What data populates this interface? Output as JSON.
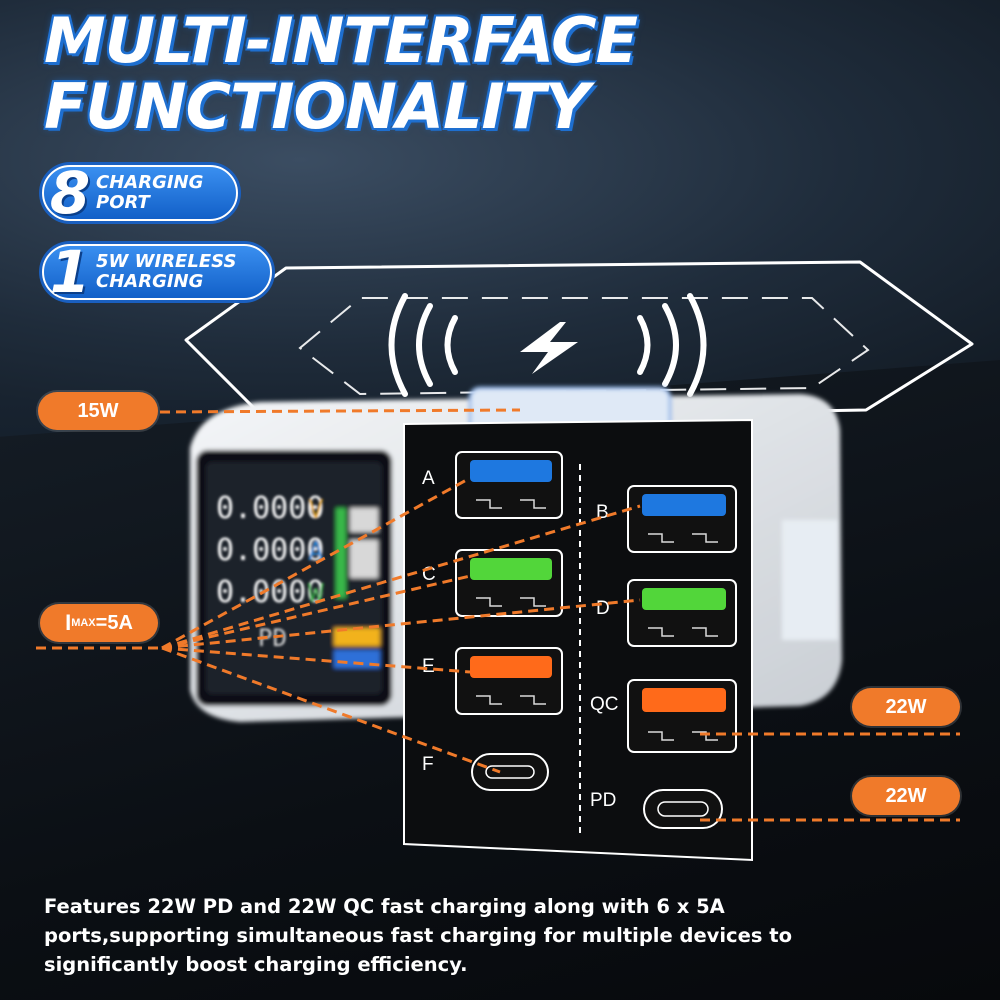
{
  "title": {
    "line1": "MULTI-INTERFACE",
    "line2": "FUNCTIONALITY"
  },
  "badges": [
    {
      "number": "8",
      "line1": "CHARGING",
      "line2": "PORT"
    },
    {
      "number": "1",
      "line1": "5W WIRELESS",
      "line2": "CHARGING"
    }
  ],
  "callouts": {
    "wireless": "15W",
    "imax_prefix": "I",
    "imax_sub": "MAX",
    "imax_suffix": "=5A",
    "qc": "22W",
    "pd": "22W"
  },
  "ports": {
    "left": [
      "A",
      "C",
      "E",
      "F"
    ],
    "right": [
      "B",
      "D",
      "QC",
      "PD"
    ]
  },
  "display": {
    "readings": [
      "0.0000",
      "0.0000",
      "0.0000"
    ],
    "units": [
      "V",
      "A",
      "W"
    ],
    "mode": "PD"
  },
  "colors": {
    "accent_orange": "#f07a2a",
    "usb_blue": "#1e78e0",
    "usb_green": "#52d63a",
    "usb_orange": "#ff6a1a",
    "title_blue": "#1e6fd0"
  },
  "caption": {
    "line1": "Features 22W PD and 22W QC fast charging along with 6 x 5A",
    "line2": "ports,supporting simultaneous fast charging for multiple devices to",
    "line3": "significantly boost charging efficiency."
  }
}
